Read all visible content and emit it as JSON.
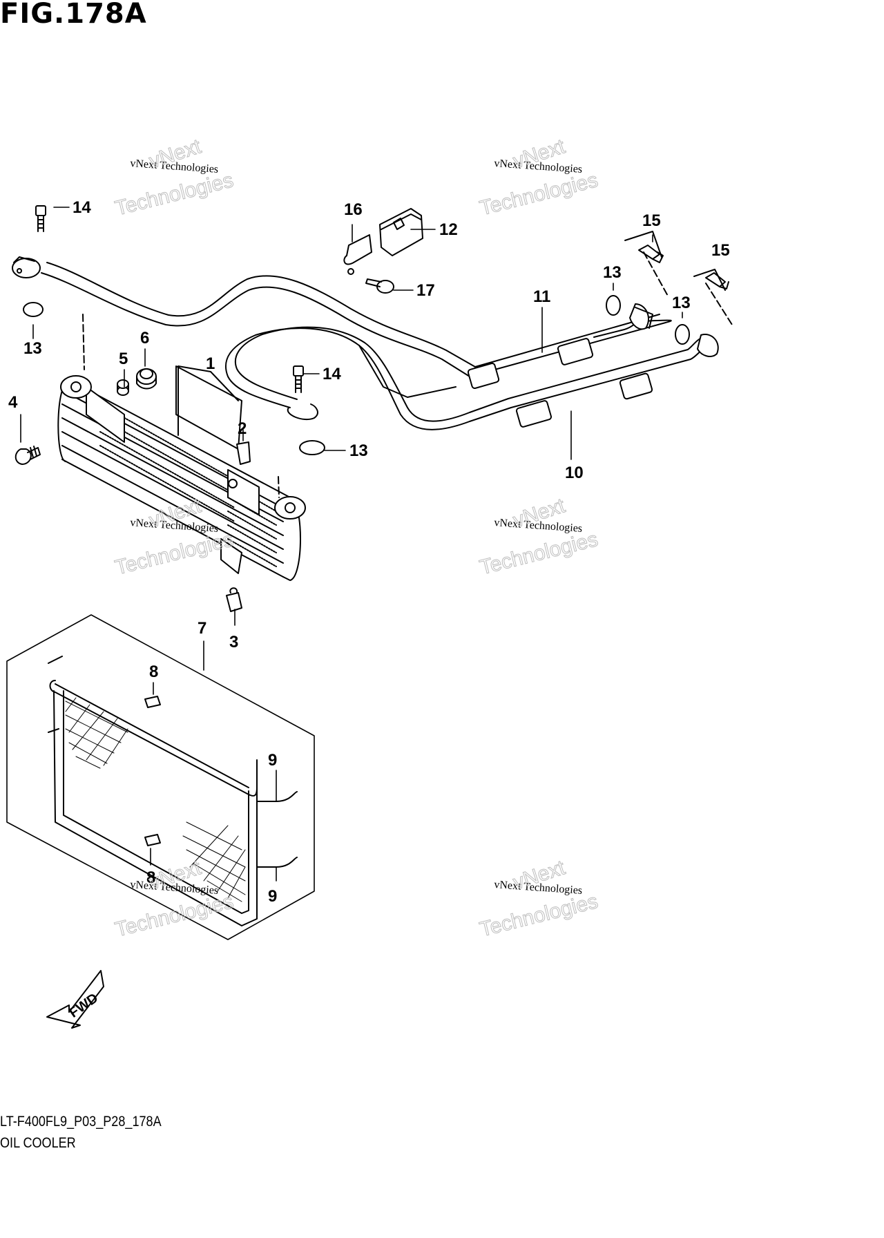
{
  "figure": {
    "title": "FIG.178A",
    "code": "LT-F400FL9_P03_P28_178A",
    "name": "OIL COOLER",
    "fwd_label": "FWD"
  },
  "watermark": {
    "line1": "vNext Technologies",
    "big1": "vNext",
    "big2": "Technologies"
  },
  "callouts": [
    "1",
    "2",
    "3",
    "4",
    "5",
    "6",
    "7",
    "8",
    "8",
    "9",
    "9",
    "10",
    "11",
    "12",
    "13",
    "13",
    "13",
    "13",
    "14",
    "14",
    "15",
    "15",
    "16",
    "17"
  ]
}
